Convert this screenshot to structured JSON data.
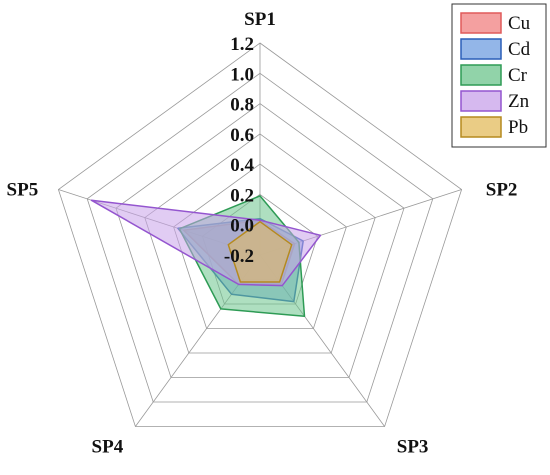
{
  "chart_data": {
    "type": "radar",
    "title": "",
    "axes": [
      "SP1",
      "SP2",
      "SP3",
      "SP4",
      "SP5"
    ],
    "range": [
      -0.2,
      1.2
    ],
    "ticks": [
      1.2,
      1.0,
      0.8,
      0.6,
      0.4,
      0.2,
      0.0,
      -0.2
    ],
    "tick_labels": [
      "1.2",
      "1.0",
      "0.8",
      "0.6",
      "0.4",
      "0.2",
      "0.0",
      "-0.2"
    ],
    "grid": true,
    "legend_position": "top-right",
    "series": [
      {
        "name": "Cu",
        "values": [
          0.03,
          0.04,
          0.04,
          0.04,
          0.33
        ],
        "color": "#f08080",
        "stroke": "#e05a5a"
      },
      {
        "name": "Cd",
        "values": [
          0.04,
          0.1,
          0.18,
          0.12,
          0.37
        ],
        "color": "#6f9de0",
        "stroke": "#2a5fb8"
      },
      {
        "name": "Cr",
        "values": [
          0.19,
          0.07,
          0.3,
          0.24,
          0.36
        ],
        "color": "#6cc48c",
        "stroke": "#2e9b55"
      },
      {
        "name": "Zn",
        "values": [
          0.03,
          0.22,
          0.05,
          0.04,
          0.97
        ],
        "color": "#c8a2ea",
        "stroke": "#9455cf"
      },
      {
        "name": "Pb",
        "values": [
          0.02,
          0.02,
          0.02,
          0.02,
          0.02
        ],
        "color": "#e3bb5c",
        "stroke": "#b58a1f"
      }
    ]
  }
}
